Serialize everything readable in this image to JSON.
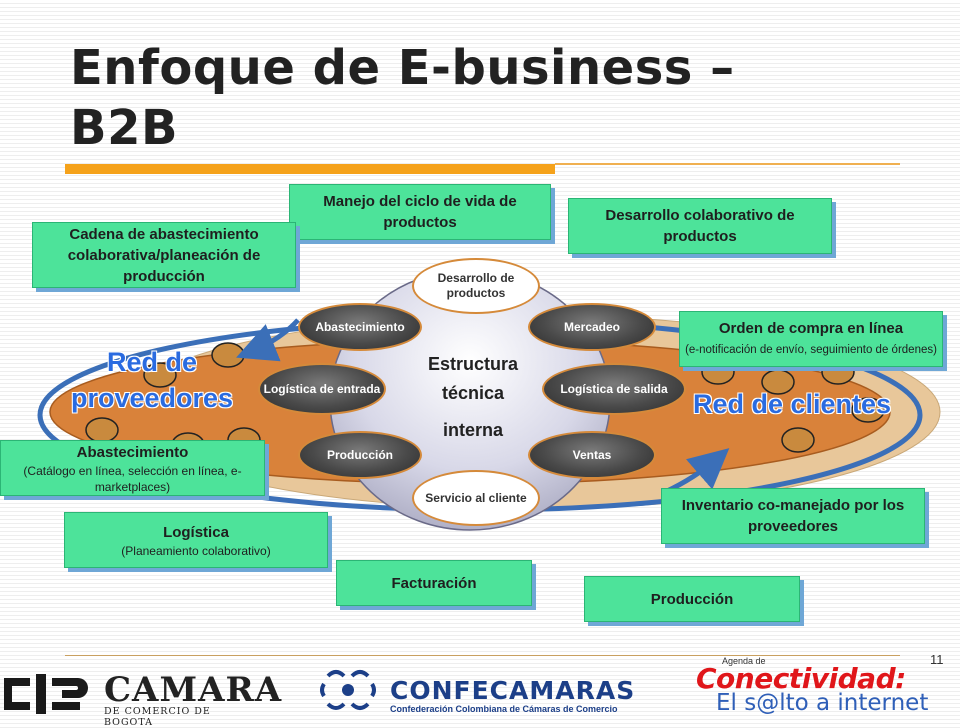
{
  "title": "Enfoque de E-business – B2B",
  "page_number": "11",
  "core": {
    "line1": "Estructura",
    "line2": "técnica",
    "line3": "interna"
  },
  "left_network": "Red de proveedores",
  "right_network": "Red de clientes",
  "ovals": {
    "desarrollo": "Desarrollo de productos",
    "abastecimiento": "Abastecimiento",
    "mercadeo": "Mercadeo",
    "logistica_entrada": "Logística de entrada",
    "logistica_salida": "Logística de salida",
    "produccion": "Producción",
    "ventas": "Ventas",
    "servicio": "Servicio al cliente"
  },
  "boxes": {
    "manejo": {
      "label": "Manejo del ciclo de vida de productos"
    },
    "desarrollo_colab": {
      "label": "Desarrollo colaborativo de productos"
    },
    "cadena": {
      "label": "Cadena de abastecimiento colaborativa/planeación de producción"
    },
    "orden": {
      "label": "Orden de compra en línea",
      "sub": "(e-notificación de envío, seguimiento de órdenes)"
    },
    "abastecimiento": {
      "label": "Abastecimiento",
      "sub": "(Catálogo en línea, selección en línea, e-marketplaces)"
    },
    "inventario": {
      "label": "Inventario co-manejado por los proveedores"
    },
    "logistica": {
      "label": "Logística",
      "sub": "(Planeamiento colaborativo)"
    },
    "facturacion": {
      "label": "Facturación"
    },
    "produccion": {
      "label": "Producción"
    }
  },
  "logos": {
    "camara": {
      "word": "CAMARA",
      "sub": "DE COMERCIO DE BOGOTA"
    },
    "confecamaras": {
      "word": "CONFECAMARAS",
      "sub": "Confederación Colombiana de Cámaras de Comercio"
    },
    "agenda": {
      "small": "Agenda de",
      "main": "Conectividad:",
      "tag": "El s@lto a internet"
    }
  },
  "colors": {
    "box_fill": "#4de39a",
    "accent_orange": "#f5a21b",
    "network_label": "#2a6be0",
    "band": "#d9823a"
  }
}
